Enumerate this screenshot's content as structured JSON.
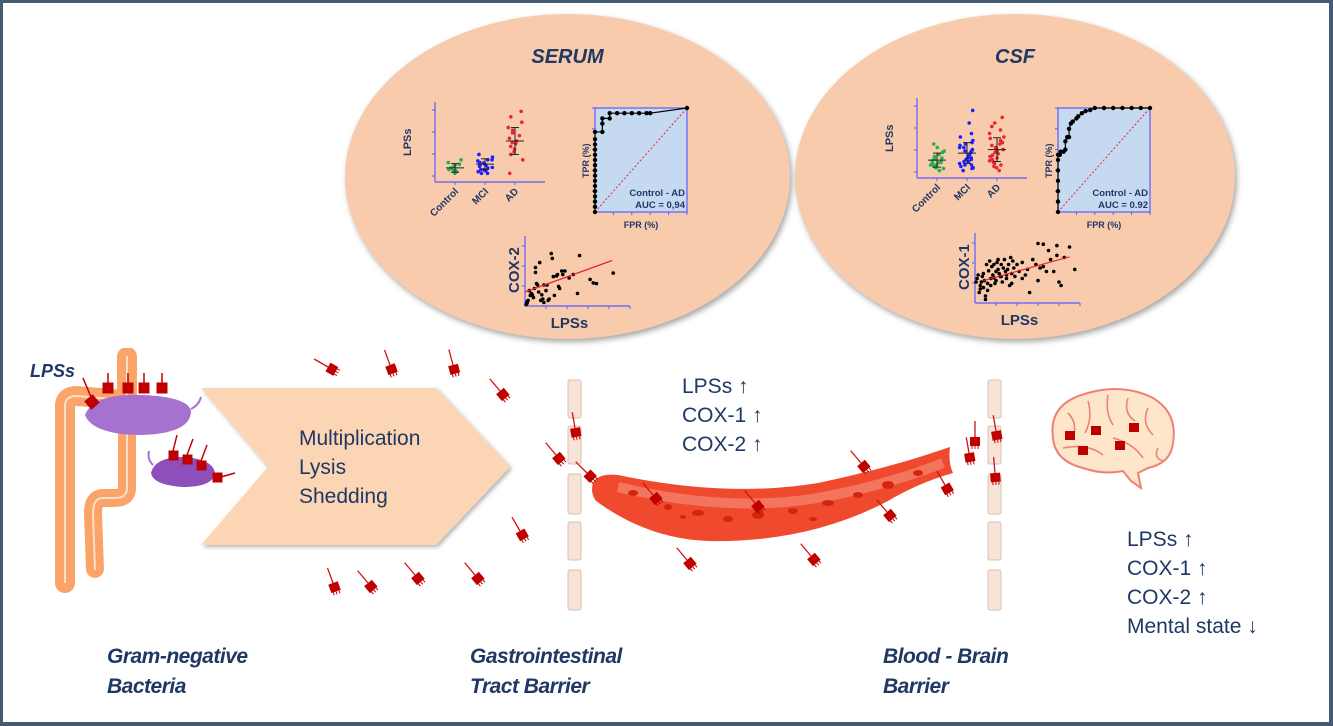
{
  "panels": {
    "serum": {
      "title": "SERUM",
      "dotplot": {
        "ylabel": "LPSs",
        "groups": [
          {
            "label": "Control",
            "color": "#22b14c",
            "mean": 0.15,
            "sd": 0.08,
            "values": [
              0.05,
              0.1,
              0.12,
              0.15,
              0.18,
              0.2,
              0.25,
              0.3,
              0.08,
              0.1,
              0.14,
              0.22
            ]
          },
          {
            "label": "MCI",
            "color": "#1f1fff",
            "mean": 0.22,
            "sd": 0.1,
            "values": [
              0.05,
              0.08,
              0.1,
              0.12,
              0.15,
              0.18,
              0.2,
              0.22,
              0.25,
              0.28,
              0.3,
              0.35,
              0.4,
              0.12,
              0.16,
              0.2,
              0.24,
              0.1,
              0.3,
              0.05
            ]
          },
          {
            "label": "AD",
            "color": "#e8262d",
            "mean": 0.65,
            "sd": 0.25,
            "values": [
              0.05,
              0.3,
              0.45,
              0.55,
              0.6,
              0.62,
              0.7,
              0.75,
              0.8,
              0.85,
              0.9,
              1.0,
              1.1,
              1.2,
              0.5,
              0.4,
              0.65
            ]
          }
        ]
      },
      "roc": {
        "xlabel": "FPR (%)",
        "ylabel": "TPR (%)",
        "annotation_line1": "Control - AD",
        "annotation_line2": "AUC = 0,94",
        "points": [
          [
            0,
            0
          ],
          [
            0,
            0.05
          ],
          [
            0,
            0.1
          ],
          [
            0,
            0.15
          ],
          [
            0,
            0.2
          ],
          [
            0,
            0.25
          ],
          [
            0,
            0.3
          ],
          [
            0,
            0.35
          ],
          [
            0,
            0.4
          ],
          [
            0,
            0.45
          ],
          [
            0,
            0.5
          ],
          [
            0,
            0.55
          ],
          [
            0,
            0.6
          ],
          [
            0,
            0.65
          ],
          [
            0,
            0.7
          ],
          [
            0,
            0.77
          ],
          [
            0.08,
            0.77
          ],
          [
            0.08,
            0.85
          ],
          [
            0.08,
            0.9
          ],
          [
            0.16,
            0.9
          ],
          [
            0.16,
            0.95
          ],
          [
            0.24,
            0.95
          ],
          [
            0.32,
            0.95
          ],
          [
            0.4,
            0.95
          ],
          [
            0.48,
            0.95
          ],
          [
            0.56,
            0.95
          ],
          [
            0.6,
            0.95
          ],
          [
            1,
            1
          ]
        ]
      },
      "scatter": {
        "xlabel": "LPSs",
        "ylabel": "COX-2",
        "points": [
          [
            0.01,
            0.02
          ],
          [
            0.02,
            0.04
          ],
          [
            0.02,
            0.06
          ],
          [
            0.03,
            0.08
          ],
          [
            0.04,
            0.22
          ],
          [
            0.05,
            0.15
          ],
          [
            0.06,
            0.18
          ],
          [
            0.07,
            0.16
          ],
          [
            0.08,
            0.12
          ],
          [
            0.09,
            0.25
          ],
          [
            0.1,
            0.55
          ],
          [
            0.1,
            0.48
          ],
          [
            0.11,
            0.32
          ],
          [
            0.12,
            0.3
          ],
          [
            0.13,
            0.2
          ],
          [
            0.14,
            0.62
          ],
          [
            0.15,
            0.08
          ],
          [
            0.16,
            0.16
          ],
          [
            0.17,
            0.1
          ],
          [
            0.18,
            0.3
          ],
          [
            0.18,
            0.05
          ],
          [
            0.2,
            0.22
          ],
          [
            0.21,
            0.3
          ],
          [
            0.22,
            0.08
          ],
          [
            0.23,
            0.1
          ],
          [
            0.25,
            0.75
          ],
          [
            0.26,
            0.68
          ],
          [
            0.27,
            0.42
          ],
          [
            0.28,
            0.15
          ],
          [
            0.3,
            0.43
          ],
          [
            0.31,
            0.45
          ],
          [
            0.32,
            0.28
          ],
          [
            0.33,
            0.25
          ],
          [
            0.35,
            0.5
          ],
          [
            0.36,
            0.45
          ],
          [
            0.38,
            0.5
          ],
          [
            0.42,
            0.4
          ],
          [
            0.46,
            0.45
          ],
          [
            0.5,
            0.18
          ],
          [
            0.52,
            0.72
          ],
          [
            0.62,
            0.38
          ],
          [
            0.65,
            0.33
          ],
          [
            0.68,
            0.32
          ],
          [
            0.84,
            0.47
          ]
        ],
        "fit": [
          [
            0,
            0.2
          ],
          [
            0.83,
            0.65
          ]
        ]
      }
    },
    "csf": {
      "title": "CSF",
      "dotplot": {
        "ylabel": "LPSs",
        "groups": [
          {
            "label": "Control",
            "color": "#22b14c",
            "mean": 0.17,
            "sd": 0.1,
            "values": [
              0.02,
              0.05,
              0.08,
              0.1,
              0.12,
              0.14,
              0.16,
              0.18,
              0.2,
              0.22,
              0.25,
              0.28,
              0.3,
              0.35,
              0.4,
              0.1,
              0.06,
              0.13
            ]
          },
          {
            "label": "MCI",
            "color": "#1f1fff",
            "mean": 0.27,
            "sd": 0.15,
            "values": [
              0.02,
              0.05,
              0.08,
              0.1,
              0.12,
              0.15,
              0.18,
              0.2,
              0.22,
              0.25,
              0.28,
              0.3,
              0.32,
              0.35,
              0.38,
              0.4,
              0.45,
              0.5,
              0.55,
              0.7,
              0.88,
              0.1,
              0.2,
              0.3,
              0.15,
              0.25,
              0.35,
              0.06,
              0.18,
              0.42
            ]
          },
          {
            "label": "AD",
            "color": "#e8262d",
            "mean": 0.32,
            "sd": 0.17,
            "values": [
              0.02,
              0.06,
              0.1,
              0.14,
              0.18,
              0.2,
              0.24,
              0.28,
              0.3,
              0.32,
              0.35,
              0.38,
              0.4,
              0.45,
              0.5,
              0.55,
              0.6,
              0.65,
              0.7,
              0.78,
              0.12,
              0.22,
              0.34,
              0.42,
              0.26,
              0.16,
              0.48,
              0.08
            ]
          }
        ]
      },
      "roc": {
        "xlabel": "FPR (%)",
        "ylabel": "TPR (%)",
        "annotation_line1": "Control - AD",
        "annotation_line2": "AUC = 0.92",
        "points": [
          [
            0,
            0
          ],
          [
            0,
            0.1
          ],
          [
            0,
            0.2
          ],
          [
            0,
            0.3
          ],
          [
            0,
            0.4
          ],
          [
            0,
            0.5
          ],
          [
            0,
            0.55
          ],
          [
            0.02,
            0.55
          ],
          [
            0.03,
            0.58
          ],
          [
            0.06,
            0.58
          ],
          [
            0.08,
            0.6
          ],
          [
            0.08,
            0.68
          ],
          [
            0.1,
            0.72
          ],
          [
            0.12,
            0.72
          ],
          [
            0.12,
            0.8
          ],
          [
            0.14,
            0.85
          ],
          [
            0.16,
            0.87
          ],
          [
            0.2,
            0.9
          ],
          [
            0.22,
            0.92
          ],
          [
            0.26,
            0.95
          ],
          [
            0.3,
            0.97
          ],
          [
            0.35,
            0.98
          ],
          [
            0.4,
            1
          ],
          [
            0.5,
            1
          ],
          [
            0.6,
            1
          ],
          [
            0.7,
            1
          ],
          [
            0.8,
            1
          ],
          [
            0.9,
            1
          ],
          [
            1,
            1
          ]
        ]
      },
      "scatter": {
        "xlabel": "LPSs",
        "ylabel": "COX-1",
        "points": [
          [
            0.01,
            0.3
          ],
          [
            0.02,
            0.35
          ],
          [
            0.03,
            0.4
          ],
          [
            0.04,
            0.15
          ],
          [
            0.05,
            0.25
          ],
          [
            0.06,
            0.3
          ],
          [
            0.07,
            0.38
          ],
          [
            0.08,
            0.42
          ],
          [
            0.09,
            0.32
          ],
          [
            0.1,
            0.1
          ],
          [
            0.1,
            0.05
          ],
          [
            0.11,
            0.55
          ],
          [
            0.12,
            0.28
          ],
          [
            0.13,
            0.46
          ],
          [
            0.14,
            0.6
          ],
          [
            0.15,
            0.35
          ],
          [
            0.16,
            0.52
          ],
          [
            0.17,
            0.4
          ],
          [
            0.18,
            0.36
          ],
          [
            0.19,
            0.28
          ],
          [
            0.2,
            0.45
          ],
          [
            0.21,
            0.58
          ],
          [
            0.22,
            0.48
          ],
          [
            0.23,
            0.42
          ],
          [
            0.24,
            0.38
          ],
          [
            0.25,
            0.55
          ],
          [
            0.26,
            0.3
          ],
          [
            0.27,
            0.5
          ],
          [
            0.28,
            0.62
          ],
          [
            0.29,
            0.45
          ],
          [
            0.3,
            0.4
          ],
          [
            0.31,
            0.48
          ],
          [
            0.32,
            0.55
          ],
          [
            0.33,
            0.25
          ],
          [
            0.34,
            0.65
          ],
          [
            0.35,
            0.42
          ],
          [
            0.36,
            0.6
          ],
          [
            0.37,
            0.5
          ],
          [
            0.38,
            0.38
          ],
          [
            0.4,
            0.55
          ],
          [
            0.42,
            0.45
          ],
          [
            0.45,
            0.58
          ],
          [
            0.48,
            0.4
          ],
          [
            0.5,
            0.48
          ],
          [
            0.52,
            0.15
          ],
          [
            0.55,
            0.62
          ],
          [
            0.58,
            0.55
          ],
          [
            0.6,
            0.32
          ],
          [
            0.62,
            0.5
          ],
          [
            0.65,
            0.52
          ],
          [
            0.68,
            0.45
          ],
          [
            0.7,
            0.75
          ],
          [
            0.72,
            0.62
          ],
          [
            0.75,
            0.45
          ],
          [
            0.78,
            0.68
          ],
          [
            0.8,
            0.3
          ],
          [
            0.82,
            0.25
          ],
          [
            0.85,
            0.65
          ],
          [
            0.9,
            0.8
          ],
          [
            0.95,
            0.48
          ],
          [
            0.05,
            0.2
          ],
          [
            0.08,
            0.22
          ],
          [
            0.12,
            0.18
          ],
          [
            0.15,
            0.25
          ],
          [
            0.2,
            0.32
          ],
          [
            0.25,
            0.38
          ],
          [
            0.3,
            0.35
          ],
          [
            0.35,
            0.28
          ],
          [
            0.22,
            0.62
          ],
          [
            0.18,
            0.55
          ],
          [
            0.45,
            0.35
          ],
          [
            0.6,
            0.85
          ],
          [
            0.65,
            0.84
          ],
          [
            0.78,
            0.82
          ]
        ],
        "fit": [
          [
            0.08,
            0.32
          ],
          [
            0.9,
            0.66
          ]
        ]
      }
    }
  },
  "flow": {
    "lps_label": "LPSs",
    "arrow_lines": [
      "Multiplication",
      "Lysis",
      "Shedding"
    ],
    "blood_markers": [
      "LPSs ↑",
      "COX-1 ↑",
      "COX-2 ↑"
    ],
    "brain_markers": [
      "LPSs ↑",
      "COX-1 ↑",
      "COX-2 ↑",
      "Mental state ↓"
    ]
  },
  "captions": {
    "bacteria": [
      "Gram-negative",
      "Bacteria"
    ],
    "gi_barrier": [
      "Gastrointestinal",
      "Tract Barrier"
    ],
    "bbb": [
      "Blood - Brain",
      "Barrier"
    ]
  },
  "colors": {
    "navy": "#1f3864",
    "ellipse": "#f8cbad",
    "arrow": "#fcd5b4",
    "lps_red": "#c00000",
    "vessel": "#f0412c",
    "roc_bg": "#c5d9f1",
    "axis": "#5b5bff"
  }
}
